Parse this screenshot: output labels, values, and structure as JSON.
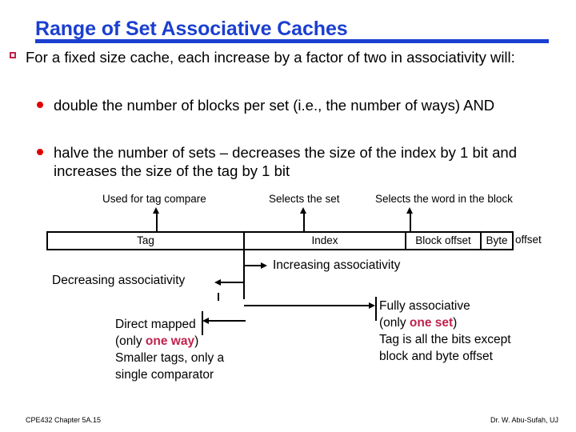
{
  "slide": {
    "title": "Range of Set Associative Caches",
    "accent_color": "#1a3fd0",
    "highlight_color": "#c0224c",
    "bullet_square_color": "#c0224c",
    "bullet_dot_color": "#e00000"
  },
  "bullets": {
    "level1": [
      "For a fixed size cache, each increase by a factor of two in associativity will:"
    ],
    "level2": [
      "double the number of blocks per set (i.e., the number of ways) AND",
      "halve the number of sets – decreases the size of the index by 1 bit and increases the size of the tag by 1 bit"
    ]
  },
  "diagram": {
    "captions": [
      "Used for tag compare",
      "Selects the set",
      "Selects the word in the block"
    ],
    "address_fields": [
      "Tag",
      "Index",
      "Block offset",
      "Byte"
    ],
    "overflow_label": "offset",
    "direction_labels": {
      "decreasing": "Decreasing associativity",
      "increasing": "Increasing associativity"
    },
    "left_block": {
      "line1": "Direct mapped",
      "line2_pre": "(only ",
      "line2_hl": "one way",
      "line2_post": ")",
      "line3": "Smaller tags, only a",
      "line4": "single comparator"
    },
    "right_block": {
      "line1": "Fully associative",
      "line2_pre": "(only ",
      "line2_hl": "one set",
      "line2_post": ")",
      "line3": "Tag is all the bits except",
      "line4": "block and byte offset"
    }
  },
  "footer": {
    "left": "CPE432  Chapter 5A.15",
    "right": "Dr. W. Abu-Sufah, UJ"
  }
}
